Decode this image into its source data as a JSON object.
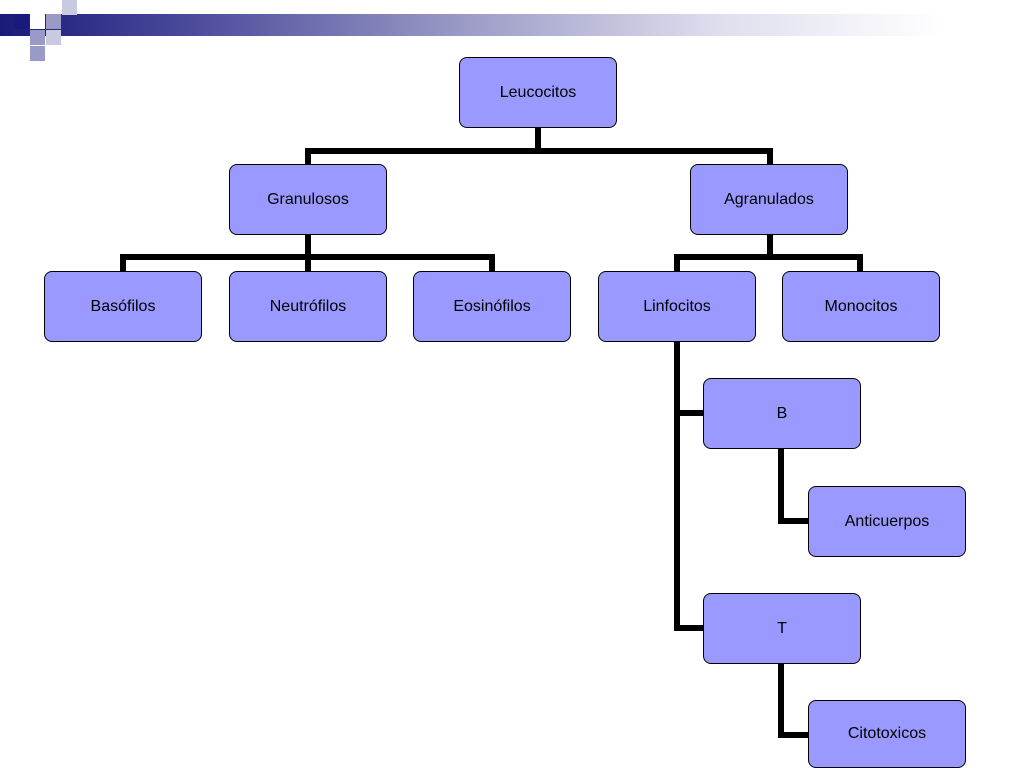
{
  "colors": {
    "node_fill": "#9999ff",
    "node_border": "#000000",
    "connector": "#000000",
    "header_dark": "#1a1a7a"
  },
  "diagram": {
    "root": "Leucocitos",
    "level1": {
      "granulosos": "Granulosos",
      "agranulados": "Agranulados"
    },
    "level2": {
      "basofilos": "Basófilos",
      "neutrofilos": "Neutrófilos",
      "eosinofilos": "Eosinófilos",
      "linfocitos": "Linfocitos",
      "monocitos": "Monocitos"
    },
    "level3": {
      "b": "B",
      "t": "T"
    },
    "level4": {
      "anticuerpos": "Anticuerpos",
      "citotoxicos": "Citotoxicos"
    }
  }
}
